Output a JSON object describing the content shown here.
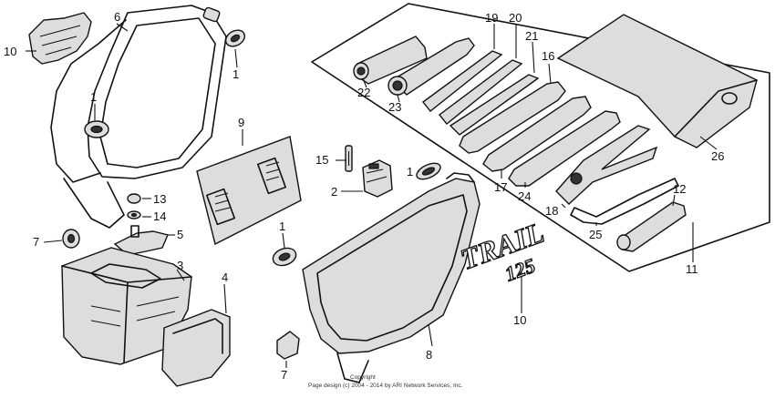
{
  "callouts": {
    "c10a": "10",
    "c6": "6",
    "c1a": "1",
    "c1b": "1",
    "c9": "9",
    "c22": "22",
    "c19": "19",
    "c20": "20",
    "c21": "21",
    "c23": "23",
    "c16": "16",
    "c15": "15",
    "c2": "2",
    "c1c": "1",
    "c13": "13",
    "c14": "14",
    "c7a": "7",
    "c5": "5",
    "c3": "3",
    "c4": "4",
    "c1d": "1",
    "c7b": "7",
    "c8": "8",
    "c10b": "10",
    "c17": "17",
    "c24": "24",
    "c18": "18",
    "c25": "25",
    "c12": "12",
    "c26": "26",
    "c11": "11"
  },
  "emblem": {
    "line1": "TRAIL",
    "line2": "125"
  },
  "copyright": {
    "line1": "Copyright",
    "line2": "Page design (c) 2004 - 2014 by ARI Network Services, Inc."
  }
}
